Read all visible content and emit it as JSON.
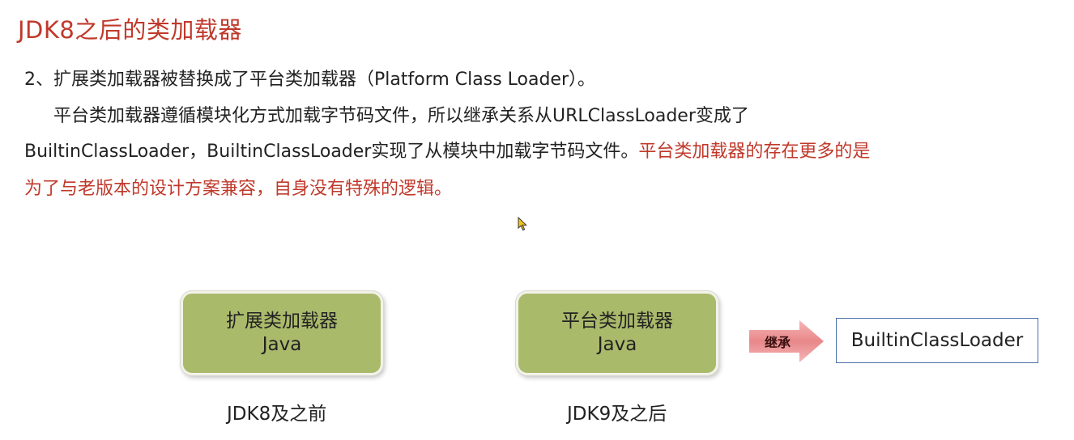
{
  "slide": {
    "title": "JDK8之后的类加载器",
    "paragraph1": "2、扩展类加载器被替换成了平台类加载器（Platform Class Loader）。",
    "paragraph2": "平台类加载器遵循模块化方式加载字节码文件，所以继承关系从URLClassLoader变成了",
    "paragraph3_normal": "BuiltinClassLoader，BuiltinClassLoader实现了从模块中加载字节码文件。",
    "paragraph3_highlight": "平台类加载器的存在更多的是",
    "paragraph4_highlight": "为了与老版本的设计方案兼容，自身没有特殊的逻辑。",
    "highlight_color": "#c0392b"
  },
  "diagram": {
    "left_box": {
      "line1": "扩展类加载器",
      "line2": "Java",
      "caption": "JDK8及之前"
    },
    "right_box": {
      "line1": "平台类加载器",
      "line2": "Java",
      "caption": "JDK9及之后"
    },
    "arrow_label": "继承",
    "target_box": "BuiltinClassLoader",
    "box_color": "#a9bb6b",
    "arrow_color": "#e8888a"
  },
  "icons": {
    "cursor": "mouse-pointer-icon",
    "arrow": "inherit-arrow-icon"
  }
}
